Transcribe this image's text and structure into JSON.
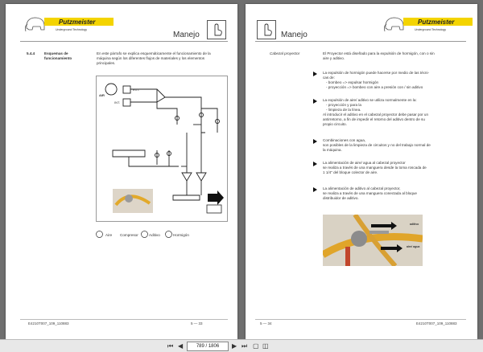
{
  "left": {
    "header": {
      "brand": "Putzmeister",
      "brand_sub": "Underground Technology",
      "title": "Manejo"
    },
    "section_number": "5.4.4",
    "section_title_1": "Esquemas de",
    "section_title_2": "funcionamiento",
    "intro_lines": [
      "En este párrafo se explica esquemáticamente el funcionamiento de la",
      "máquina según los diferentes flujos de materiales y los elementos",
      "principales."
    ],
    "diagram_labels": {
      "air": "AIR",
      "ext": "EXT.",
      "int": "INT."
    },
    "legend": [
      {
        "label": "Aire"
      },
      {
        "label": "Compresor"
      },
      {
        "label": "Aditivo"
      },
      {
        "label": "Hormigón"
      }
    ],
    "footer_code": "E4210T007_109_110883",
    "page_number": "5 — 33"
  },
  "right": {
    "header": {
      "brand": "Putzmeister",
      "brand_sub": "Underground Technology",
      "title": "Manejo"
    },
    "side_title": "Cabezal proyector",
    "intro_1": "El Proyector está diseñado para la expulsión de hormigón, con o sin",
    "intro_2": "aire y aditivo.",
    "items": [
      {
        "lines": [
          "La expulsión de hormigón puede hacerse por medio de las técni-",
          "cas de:",
          "-  bombeo => expulsar hormigón",
          "-  proyección => bombeo con aire a presión con / sin aditivo"
        ]
      },
      {
        "lines": [
          "La expulsión de aire/ aditivo se utiliza normalmente en la:",
          "-  proyección y para la",
          "-  limpieza de la línea.",
          "Al introducir el aditivo en el cabezal proyector debe pasar por un",
          "antirretorno, a fin de impedir el retorno del aditivo dentro de su",
          "propio circuito."
        ]
      },
      {
        "lines": [
          "Combinaciones con agua,",
          "son posibles de la limpieza de circuitos y no del trabajo normal de",
          "la máquina."
        ]
      },
      {
        "lines": [
          "La alimentación de aire/ agua al cabezal proyector",
          "se realiza a través de una manguera desde la toma roscada de",
          "1 1/4\" del bloque colector de aire."
        ]
      },
      {
        "lines": [
          "La alimentación de aditivo al cabezal proyector,",
          "se realiza a través de una manguera conectada al bloque",
          "distribuidor de aditivo."
        ]
      }
    ],
    "photo_labels": {
      "top": "aditivo",
      "bottom": "aire/ agua"
    },
    "footer_code": "E4210T007_109_110883",
    "page_number": "5 — 34"
  },
  "toolbar": {
    "page_field": "789 / 1806"
  }
}
